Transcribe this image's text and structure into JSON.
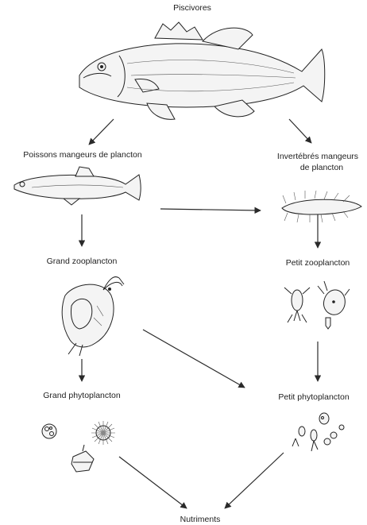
{
  "labels": {
    "piscivores": "Piscivores",
    "plankton_fish": "Poissons mangeurs de plancton",
    "plankton_invert_1": "Invertébrés mangeurs",
    "plankton_invert_2": "de plancton",
    "large_zoo": "Grand zooplancton",
    "small_zoo": "Petit zooplancton",
    "large_phyto": "Grand phytoplancton",
    "small_phyto": "Petit phytoplancton",
    "nutrients": "Nutriments"
  },
  "organisms": [
    "bass-fish",
    "minnow-fish",
    "invertebrate-larva",
    "daphnia",
    "copepod",
    "rotifer",
    "diatom-colony",
    "spiky-alga",
    "dinoflagellate",
    "small-algae-cluster"
  ]
}
